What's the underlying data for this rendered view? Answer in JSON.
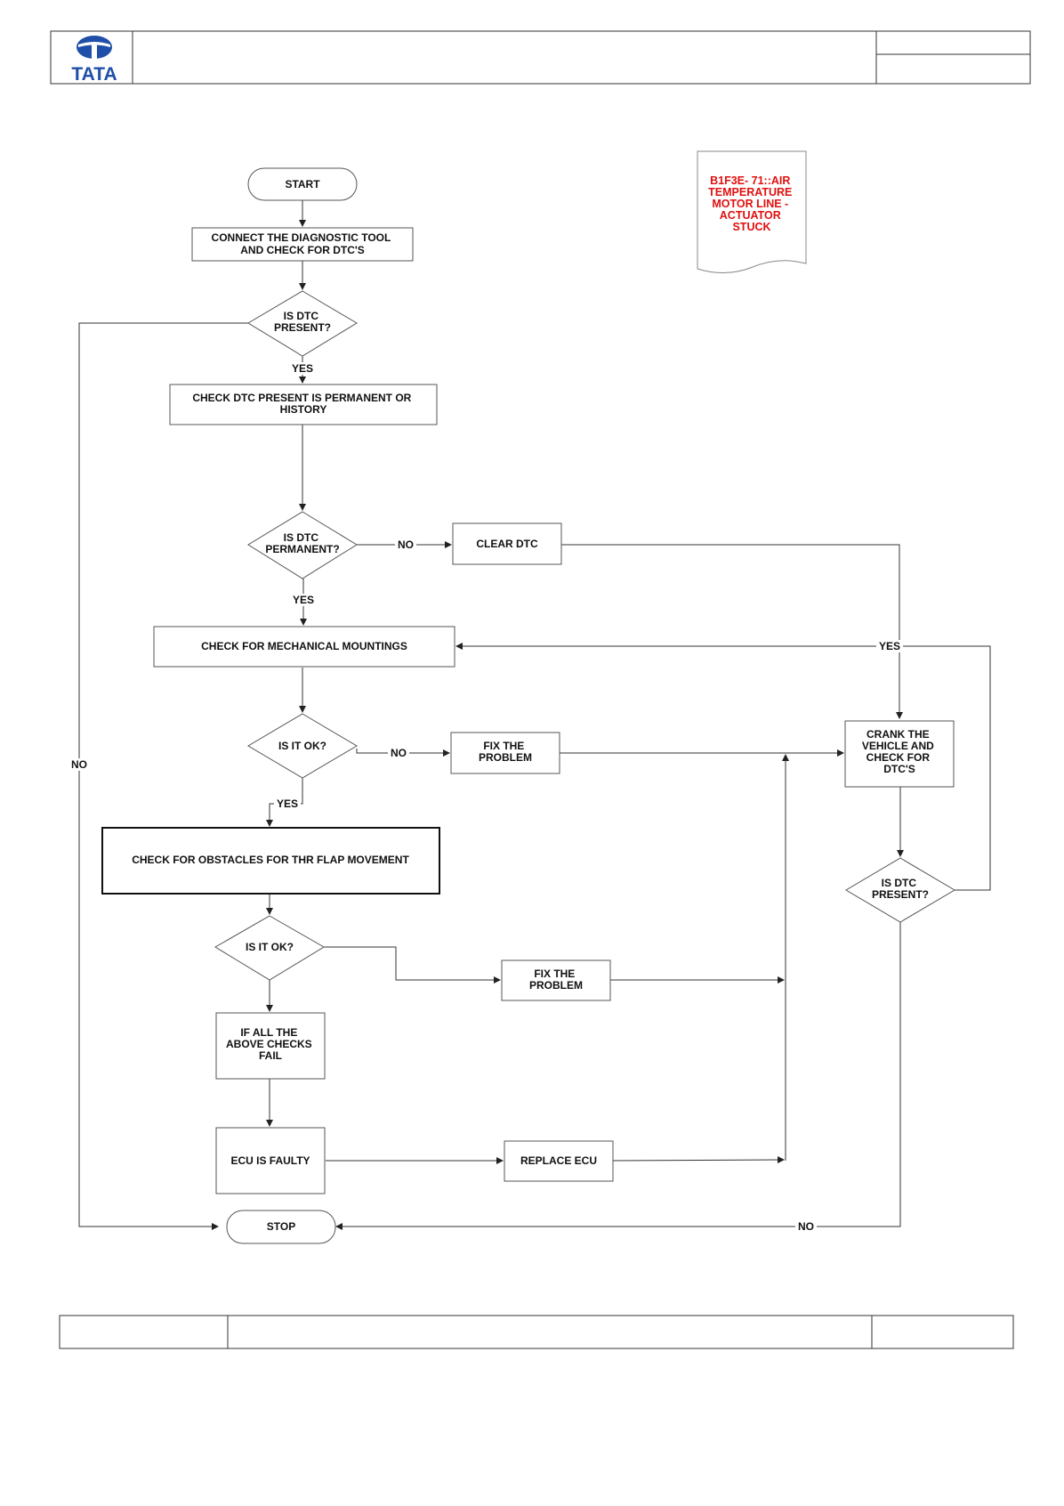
{
  "brand": {
    "logo_text": "TATA",
    "logo_color": "#1f4fa8"
  },
  "title_tag": {
    "lines": [
      "B1F3E- 71::AIR",
      "TEMPERATURE",
      "MOTOR LINE -",
      "ACTUATOR",
      "STUCK"
    ],
    "color": "#e01010"
  },
  "nodes": {
    "start": "START",
    "connect": [
      "CONNECT THE DIAGNOSTIC TOOL",
      "AND CHECK FOR  DTC'S"
    ],
    "is_dtc_present_1": [
      "IS  DTC",
      "PRESENT?"
    ],
    "check_permanent": [
      "CHECK DTC  PRESENT IS PERMANENT OR",
      "HISTORY"
    ],
    "is_dtc_permanent": [
      "IS  DTC",
      "PERMANENT?"
    ],
    "clear_dtc": "CLEAR DTC",
    "check_mech": "CHECK FOR MECHANICAL MOUNTINGS",
    "is_ok_1": "IS IT OK?",
    "fix_1": [
      "FIX THE",
      "PROBLEM"
    ],
    "crank": [
      "CRANK THE",
      "VEHICLE AND",
      "CHECK FOR",
      "DTC'S"
    ],
    "check_obstacles": "CHECK FOR OBSTACLES FOR THR FLAP MOVEMENT",
    "is_dtc_present_2": [
      "IS  DTC",
      "PRESENT?"
    ],
    "is_ok_2": "IS IT OK?",
    "fix_2": [
      "FIX THE",
      "PROBLEM"
    ],
    "all_fail": [
      "IF ALL THE",
      "ABOVE CHECKS",
      "FAIL"
    ],
    "ecu_faulty": "ECU IS FAULTY",
    "replace_ecu": "REPLACE ECU",
    "stop": "STOP"
  },
  "edge_labels": {
    "yes_1": "YES",
    "no_left": "NO",
    "no_permanent": "NO",
    "yes_permanent": "YES",
    "yes_loop": "YES",
    "no_ok_1": "NO",
    "yes_ok_1": "YES",
    "no_bottom": "NO"
  }
}
